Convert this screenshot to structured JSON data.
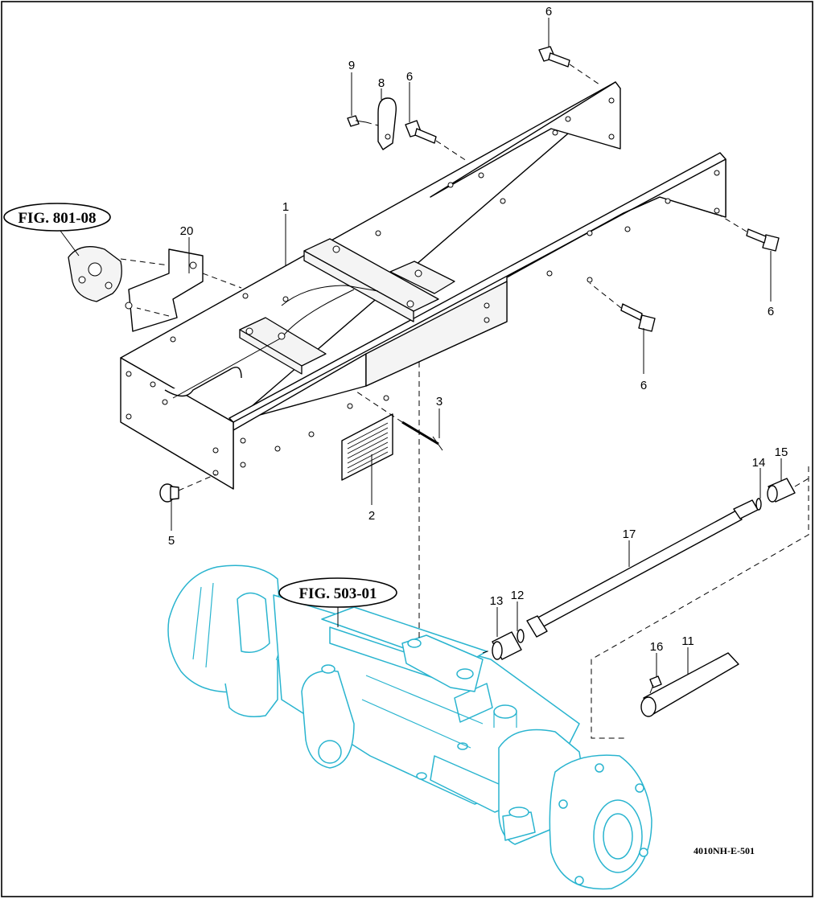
{
  "callouts": {
    "c1": "1",
    "c2": "2",
    "c3": "3",
    "c5": "5",
    "c6a": "6",
    "c6b": "6",
    "c6c": "6",
    "c6d": "6",
    "c8": "8",
    "c9": "9",
    "c11": "11",
    "c12": "12",
    "c13": "13",
    "c14": "14",
    "c15": "15",
    "c16": "16",
    "c17": "17",
    "c20": "20"
  },
  "figure_refs": {
    "upper": "FIG. 801-08",
    "lower": "FIG. 503-01"
  },
  "drawing_code": "4010NH-E-501",
  "colors": {
    "line": "#000000",
    "axle_highlight": "#29b4cf",
    "background": "#ffffff"
  }
}
